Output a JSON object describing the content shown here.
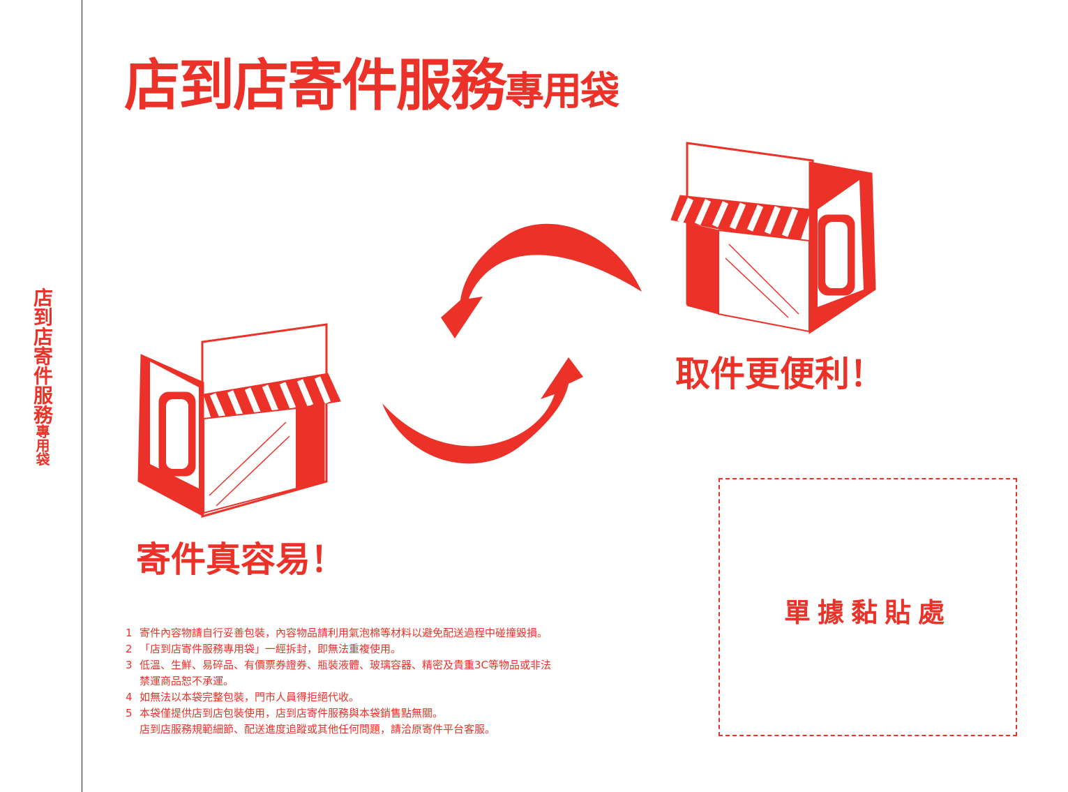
{
  "side_text": {
    "main": "店到店寄件服務",
    "small": "專用袋"
  },
  "title": {
    "main": "店到店寄件服務",
    "sub": "專用袋"
  },
  "slogans": {
    "pickup": "取件更便利！",
    "send": "寄件真容易！"
  },
  "label_area": "單據黏貼處",
  "notes": [
    {
      "num": "1",
      "text": "寄件內容物請自行妥善包裝，內容物品請利用氣泡棉等材料以避免配送過程中碰撞毀損。"
    },
    {
      "num": "2",
      "text": "「店到店寄件服務專用袋」一經拆封，即無法重複使用。"
    },
    {
      "num": "3",
      "text": "低溫、生鮮、易碎品、有價票券證券、瓶裝液體、玻璃容器、精密及貴重3C等物品或非法",
      "cont": "禁運商品恕不承運。"
    },
    {
      "num": "4",
      "text": "如無法以本袋完整包裝，門市人員得拒絕代收。"
    },
    {
      "num": "5",
      "text": "本袋僅提供店到店包裝使用，店到店寄件服務與本袋銷售點無關。",
      "cont": "店到店服務規範細節、配送進度追蹤或其他任何問題，請洽原寄件平台客服。"
    }
  ],
  "colors": {
    "accent": "#ec3228"
  }
}
